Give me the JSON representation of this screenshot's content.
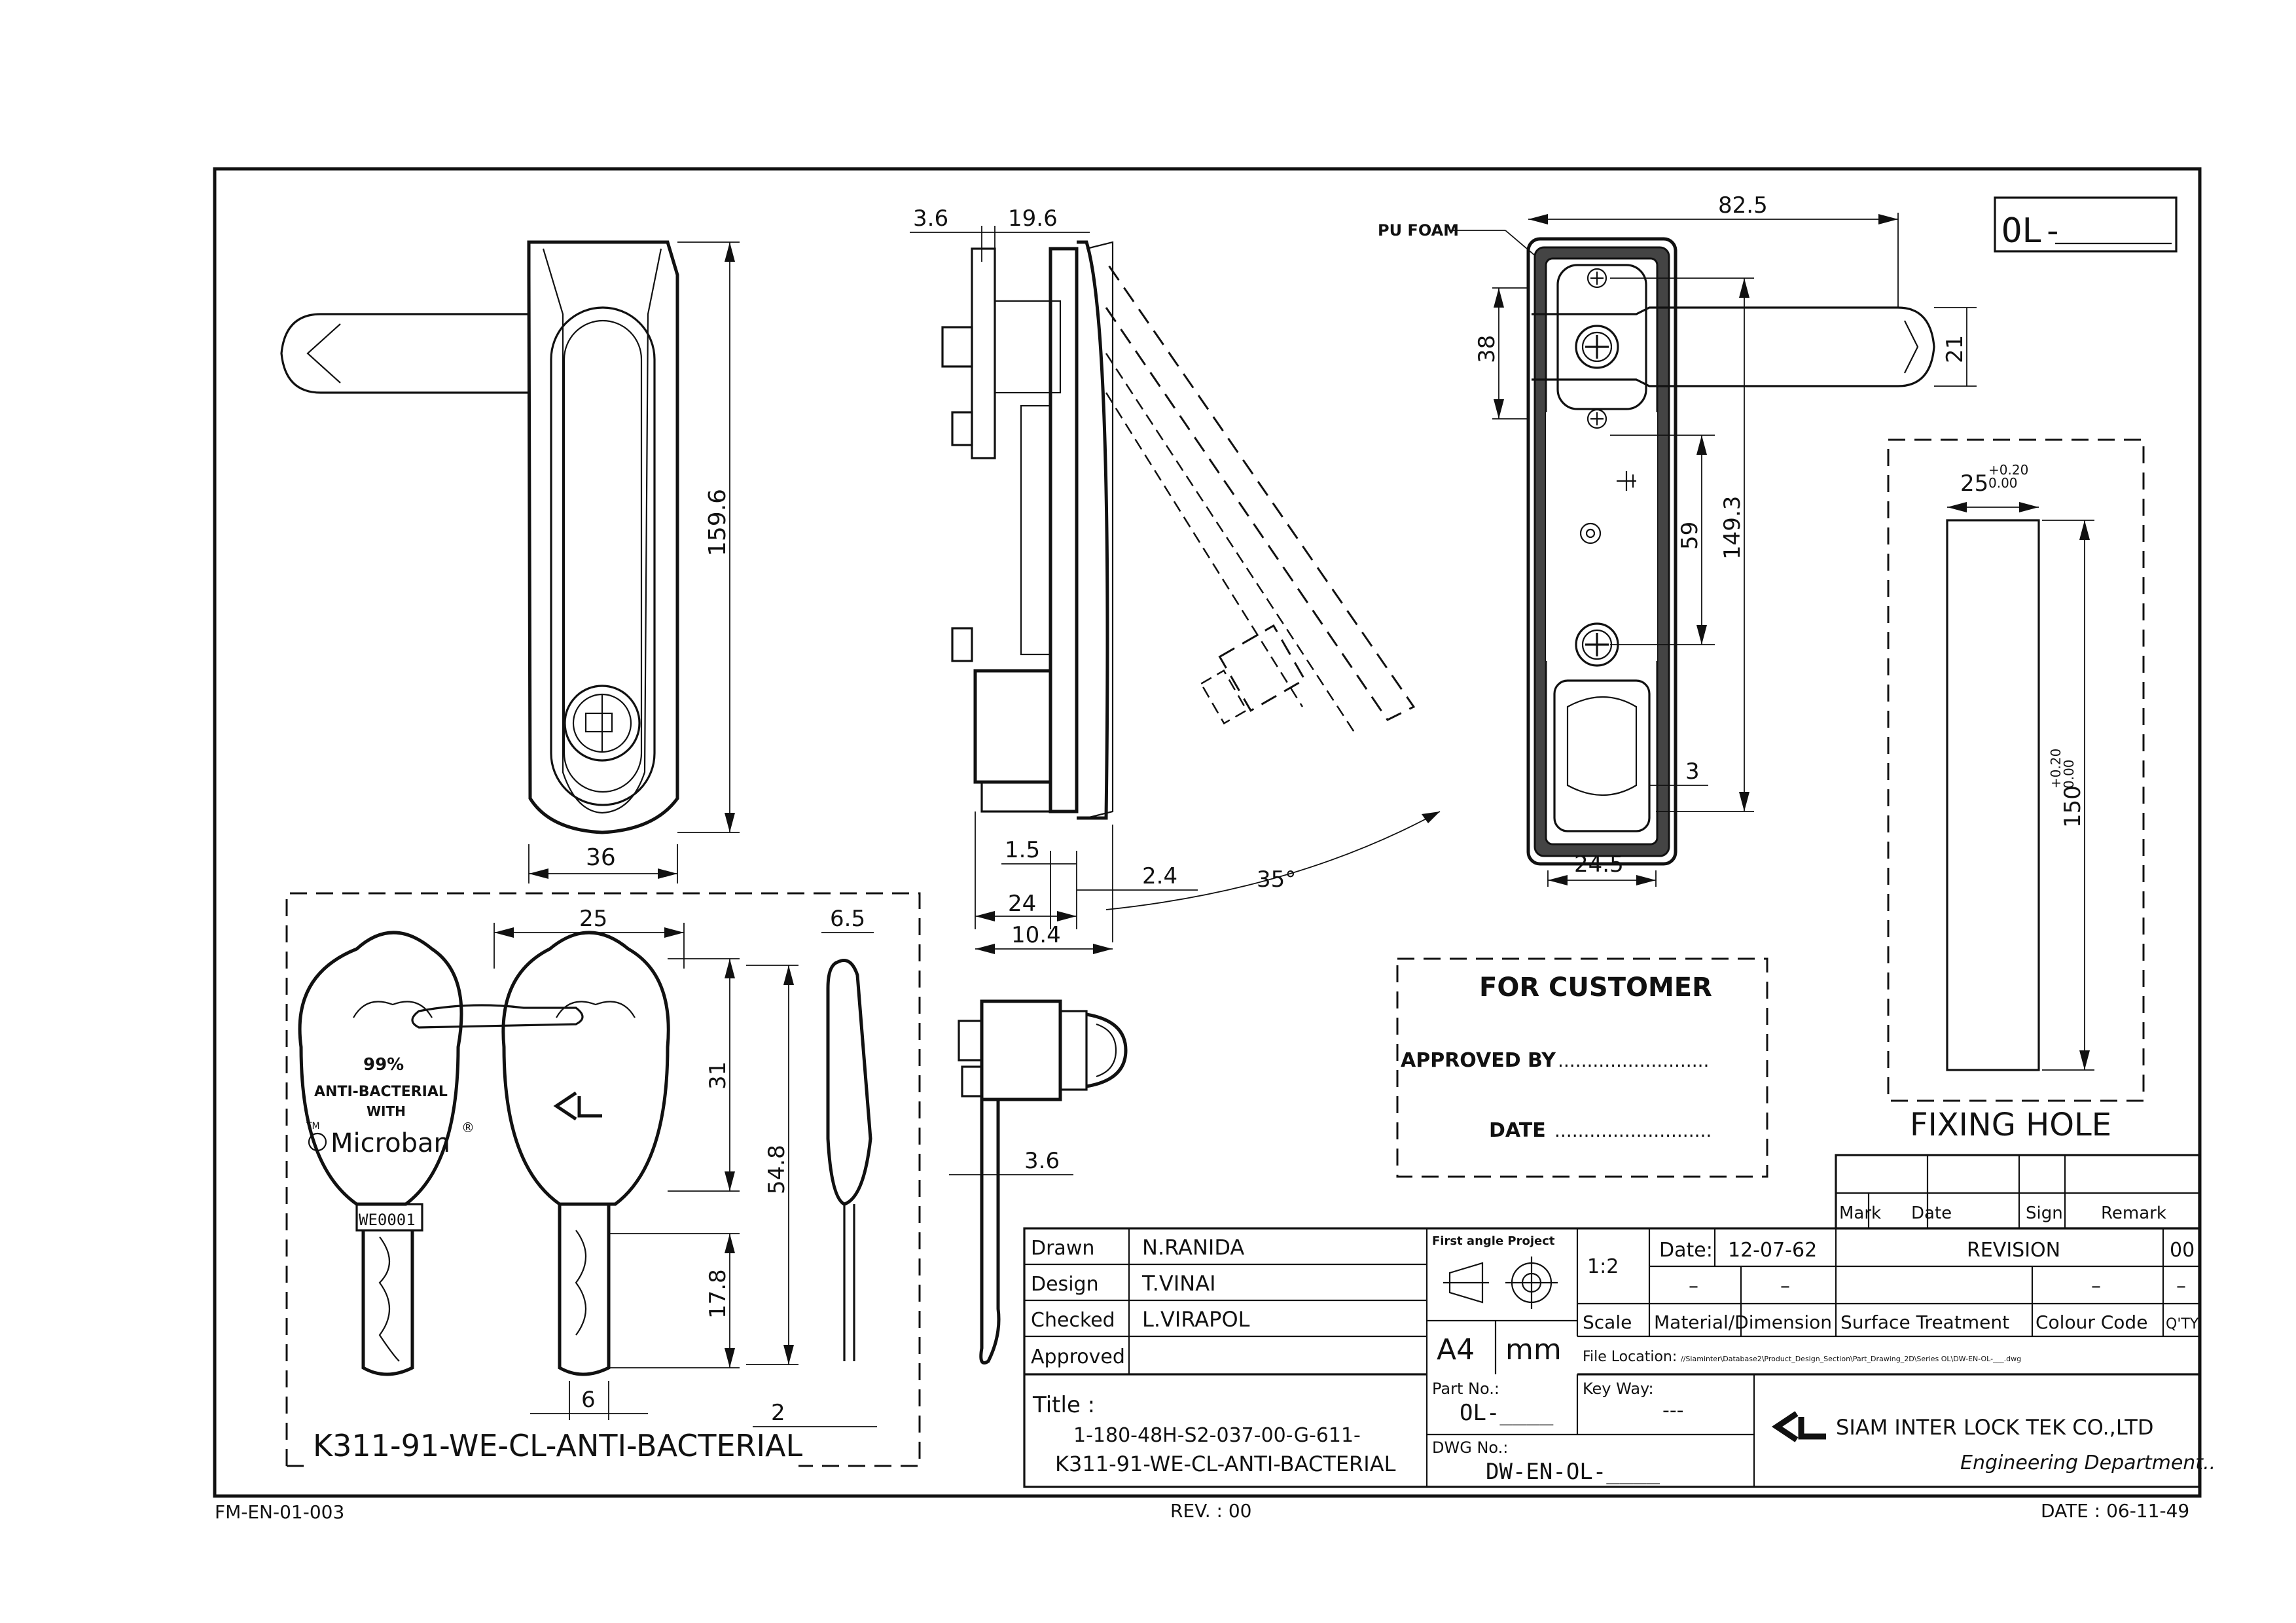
{
  "stamp": "OL-",
  "dimensions": {
    "d159_6": "159.6",
    "d36": "36",
    "d3_6_top": "3.6",
    "d19_6": "19.6",
    "d1_5": "1.5",
    "d24": "24",
    "d10_4": "10.4",
    "d2_4": "2.4",
    "d35deg": "35°",
    "d82_5": "82.5",
    "d38": "38",
    "d21": "21",
    "d59": "59",
    "d149_3": "149.3",
    "d3": "3",
    "d24_5": "24.5",
    "pu_foam": "PU FOAM",
    "d25": "25",
    "d31": "31",
    "d54_8": "54.8",
    "d17_8": "17.8",
    "d6": "6",
    "d2": "2",
    "d6_5": "6.5",
    "d3_6_cam": "3.6",
    "fix_25": "25",
    "fix_25_tol_up": "+0.20",
    "fix_25_tol_dn": "0.00",
    "fix_150": "150",
    "fix_150_tol_up": "+0.20",
    "fix_150_tol_dn": "0.00"
  },
  "key_panel": {
    "caption": "K311-91-WE-CL-ANTI-BACTERIAL",
    "line1": "99%",
    "line2": "ANTI-BACTERIAL",
    "line3": "WITH",
    "brand_tm": "TM",
    "brand": "Microban",
    "brand_reg": "®",
    "key_code": "WE0001"
  },
  "customer_box": {
    "title": "FOR CUSTOMER",
    "approved_by": "APPROVED BY",
    "date": "DATE",
    "dots": "..........................",
    "dots2": "..........................."
  },
  "fixing_hole_label": "FIXING HOLE",
  "title_block": {
    "drawn_label": "Drawn",
    "drawn_value": "N.RANIDA",
    "design_label": "Design",
    "design_value": "T.VINAI",
    "checked_label": "Checked",
    "checked_value": "L.VIRAPOL",
    "approved_label": "Approved",
    "projection": "First angle Project",
    "scale_value": "1:2",
    "paper": "A4",
    "unit": "mm",
    "date_label": "Date:",
    "date_value": "12-07-62",
    "revision_label": "REVISION",
    "revision_value": "00",
    "mark": "Mark",
    "date_col": "Date",
    "sign": "Sign",
    "remark": "Remark",
    "dash": "–",
    "scale_label": "Scale",
    "material": "Material/Dimension",
    "surface": "Surface Treatment",
    "colour": "Colour Code",
    "qty": "Q'TY",
    "file_label": "File Location:",
    "file_path": "//Siaminter\\Database2\\Product_Design_Section\\Part_Drawing_2D\\Series OL\\DW-EN-OL-___.dwg",
    "title_label": "Title :",
    "title_line1": "1-180-48H-S2-037-00-G-611-",
    "title_line2": "K311-91-WE-CL-ANTI-BACTERIAL",
    "part_label": "Part No.:",
    "part_value": "OL-____",
    "keyway_label": "Key Way:",
    "keyway_value": "---",
    "dwg_label": "DWG No.:",
    "dwg_value": "DW-EN-OL-____",
    "company": "SIAM INTER LOCK TEK CO.,LTD",
    "department": "Engineering Department.."
  },
  "footer": {
    "form_no": "FM-EN-01-003",
    "rev": "REV. : 00",
    "date": "DATE : 06-11-49"
  }
}
